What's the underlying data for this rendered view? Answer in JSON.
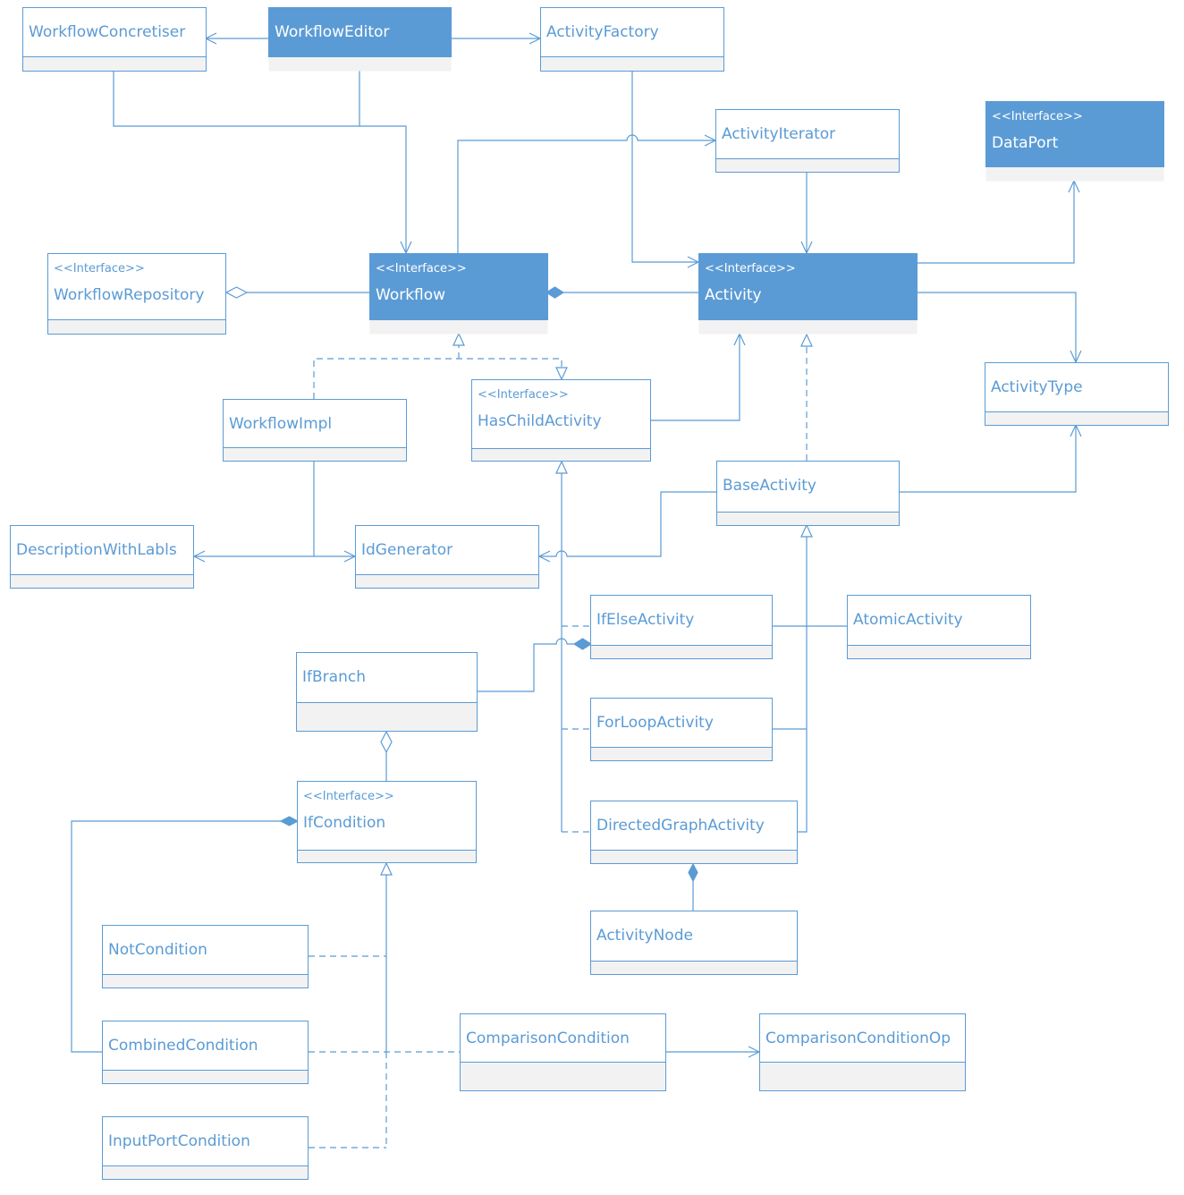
{
  "diagram": {
    "type": "uml-class-diagram",
    "colors": {
      "accent": "#5b9bd5",
      "compartment": "#f2f2f2",
      "background": "#ffffff"
    },
    "stereotype_interface": "<<Interface>>",
    "classes": [
      {
        "id": "workflow-concretiser",
        "name": "WorkflowConcretiser",
        "interface": false,
        "highlighted": false
      },
      {
        "id": "workflow-editor",
        "name": "WorkflowEditor",
        "interface": false,
        "highlighted": true
      },
      {
        "id": "activity-factory",
        "name": "ActivityFactory",
        "interface": false,
        "highlighted": false
      },
      {
        "id": "activity-iterator",
        "name": "ActivityIterator",
        "interface": false,
        "highlighted": false
      },
      {
        "id": "data-port",
        "name": "DataPort",
        "interface": true,
        "highlighted": true
      },
      {
        "id": "workflow-repository",
        "name": "WorkflowRepository",
        "interface": true,
        "highlighted": false
      },
      {
        "id": "workflow",
        "name": "Workflow",
        "interface": true,
        "highlighted": true
      },
      {
        "id": "activity",
        "name": "Activity",
        "interface": true,
        "highlighted": true
      },
      {
        "id": "activity-type",
        "name": "ActivityType",
        "interface": false,
        "highlighted": false
      },
      {
        "id": "workflow-impl",
        "name": "WorkflowImpl",
        "interface": false,
        "highlighted": false
      },
      {
        "id": "has-child-activity",
        "name": "HasChildActivity",
        "interface": true,
        "highlighted": false
      },
      {
        "id": "base-activity",
        "name": "BaseActivity",
        "interface": false,
        "highlighted": false
      },
      {
        "id": "description-with-labls",
        "name": "DescriptionWithLabls",
        "interface": false,
        "highlighted": false
      },
      {
        "id": "id-generator",
        "name": "IdGenerator",
        "interface": false,
        "highlighted": false
      },
      {
        "id": "if-else-activity",
        "name": "IfElseActivity",
        "interface": false,
        "highlighted": false
      },
      {
        "id": "atomic-activity",
        "name": "AtomicActivity",
        "interface": false,
        "highlighted": false
      },
      {
        "id": "if-branch",
        "name": "IfBranch",
        "interface": false,
        "highlighted": false
      },
      {
        "id": "for-loop-activity",
        "name": "ForLoopActivity",
        "interface": false,
        "highlighted": false
      },
      {
        "id": "if-condition",
        "name": "IfCondition",
        "interface": true,
        "highlighted": false
      },
      {
        "id": "directed-graph-activity",
        "name": "DirectedGraphActivity",
        "interface": false,
        "highlighted": false
      },
      {
        "id": "activity-node",
        "name": "ActivityNode",
        "interface": false,
        "highlighted": false
      },
      {
        "id": "not-condition",
        "name": "NotCondition",
        "interface": false,
        "highlighted": false
      },
      {
        "id": "combined-condition",
        "name": "CombinedCondition",
        "interface": false,
        "highlighted": false
      },
      {
        "id": "comparison-condition",
        "name": "ComparisonCondition",
        "interface": false,
        "highlighted": false
      },
      {
        "id": "comparison-condition-op",
        "name": "ComparisonConditionOp",
        "interface": false,
        "highlighted": false
      },
      {
        "id": "input-port-condition",
        "name": "InputPortCondition",
        "interface": false,
        "highlighted": false
      }
    ]
  }
}
